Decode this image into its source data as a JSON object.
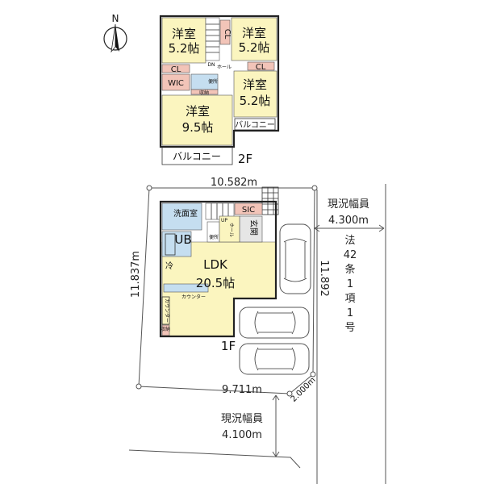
{
  "colors": {
    "room": "#fbf5bf",
    "wet": "#c5def0",
    "storage": "#f2c4b8",
    "entrance": "#e6e6e6",
    "wall": "#222222"
  },
  "compass": {
    "label": "N",
    "icon": "north-arrow-icon"
  },
  "floor2": {
    "label": "2F",
    "rooms": {
      "western_tl": {
        "name": "洋室",
        "size": "5.2帖"
      },
      "western_tr": {
        "name": "洋室",
        "size": "5.2帖"
      },
      "western_r": {
        "name": "洋室",
        "size": "5.2帖"
      },
      "master": {
        "name": "洋室",
        "size": "9.5帖"
      },
      "cl_vertical": "CL",
      "cl_left": "CL",
      "cl_right": "CL",
      "wic": "WIC",
      "toilet": "便所",
      "storage": "収納",
      "hall": "ホール",
      "stairs": "DN",
      "balcony_main": "バルコニー",
      "balcony_small": "バルコニー"
    }
  },
  "floor1": {
    "label": "1F",
    "rooms": {
      "ldk": {
        "name": "LDK",
        "size": "20.5帖"
      },
      "washroom": "洗面室",
      "bath": "UB",
      "sic": "SIC",
      "entrance": "玄関",
      "hall": "ホール",
      "stairs": "UP",
      "toilet": "便所",
      "fridge": "冷",
      "counter1": "カウンター",
      "counter2": "カウンター",
      "storage": "収納"
    }
  },
  "site": {
    "dim_top": "10.582m",
    "dim_left": "11.837m",
    "dim_right": "11.892",
    "dim_bottom": "9.711m",
    "dim_corner": "2.000m"
  },
  "roads": {
    "east": {
      "label": "現況幅員",
      "width": "4.300m",
      "law": [
        "法",
        "42",
        "条",
        "1",
        "項",
        "1",
        "号"
      ]
    },
    "south": {
      "label": "現況幅員",
      "width": "4.100m"
    }
  }
}
